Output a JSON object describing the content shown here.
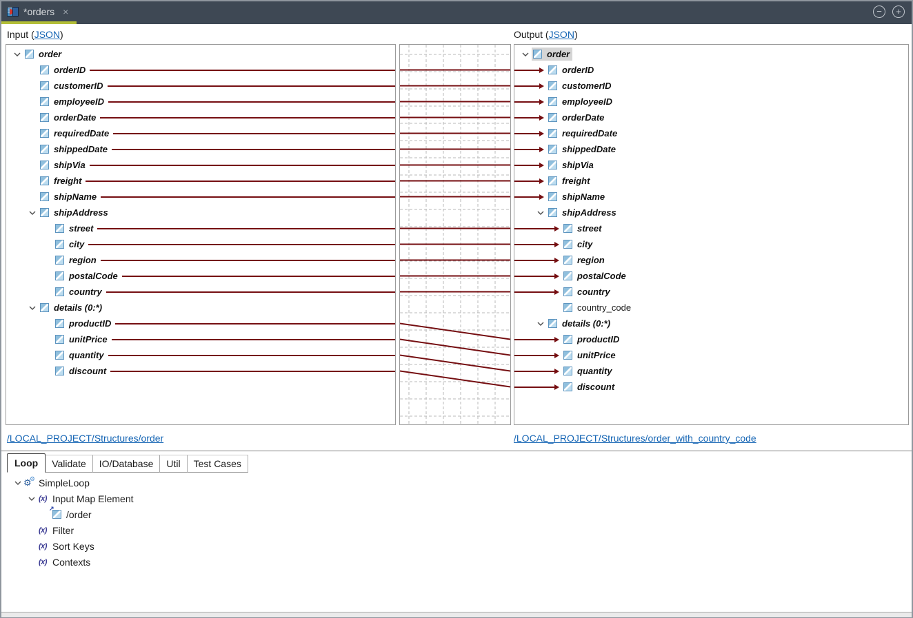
{
  "window": {
    "tab_title": "*orders",
    "tab_close": "×",
    "btn_minus": "−",
    "btn_plus": "+"
  },
  "input_panel": {
    "header_prefix": "Input (",
    "header_link": "JSON",
    "header_suffix": ")",
    "structure_link": "/LOCAL_PROJECT/Structures/order",
    "tree": [
      {
        "label": "order",
        "depth": 0,
        "children": true,
        "mapped": false
      },
      {
        "label": "orderID",
        "depth": 1,
        "mapped": true
      },
      {
        "label": "customerID",
        "depth": 1,
        "mapped": true
      },
      {
        "label": "employeeID",
        "depth": 1,
        "mapped": true
      },
      {
        "label": "orderDate",
        "depth": 1,
        "mapped": true
      },
      {
        "label": "requiredDate",
        "depth": 1,
        "mapped": true
      },
      {
        "label": "shippedDate",
        "depth": 1,
        "mapped": true
      },
      {
        "label": "shipVia",
        "depth": 1,
        "mapped": true
      },
      {
        "label": "freight",
        "depth": 1,
        "mapped": true
      },
      {
        "label": "shipName",
        "depth": 1,
        "mapped": true
      },
      {
        "label": "shipAddress",
        "depth": 1,
        "children": true,
        "mapped": false
      },
      {
        "label": "street",
        "depth": 2,
        "mapped": true
      },
      {
        "label": "city",
        "depth": 2,
        "mapped": true
      },
      {
        "label": "region",
        "depth": 2,
        "mapped": true
      },
      {
        "label": "postalCode",
        "depth": 2,
        "mapped": true
      },
      {
        "label": "country",
        "depth": 2,
        "mapped": true
      },
      {
        "label": "details (0:*)",
        "depth": 1,
        "children": true,
        "mapped": false
      },
      {
        "label": "productID",
        "depth": 2,
        "mapped": true
      },
      {
        "label": "unitPrice",
        "depth": 2,
        "mapped": true
      },
      {
        "label": "quantity",
        "depth": 2,
        "mapped": true
      },
      {
        "label": "discount",
        "depth": 2,
        "mapped": true
      }
    ]
  },
  "output_panel": {
    "header_prefix": "Output (",
    "header_link": "JSON",
    "header_suffix": ")",
    "structure_link": "/LOCAL_PROJECT/Structures/order_with_country_code",
    "tree": [
      {
        "label": "order",
        "depth": 0,
        "children": true,
        "mapped": false,
        "selected": true
      },
      {
        "label": "orderID",
        "depth": 1,
        "mapped": true
      },
      {
        "label": "customerID",
        "depth": 1,
        "mapped": true
      },
      {
        "label": "employeeID",
        "depth": 1,
        "mapped": true
      },
      {
        "label": "orderDate",
        "depth": 1,
        "mapped": true
      },
      {
        "label": "requiredDate",
        "depth": 1,
        "mapped": true
      },
      {
        "label": "shippedDate",
        "depth": 1,
        "mapped": true
      },
      {
        "label": "shipVia",
        "depth": 1,
        "mapped": true
      },
      {
        "label": "freight",
        "depth": 1,
        "mapped": true
      },
      {
        "label": "shipName",
        "depth": 1,
        "mapped": true
      },
      {
        "label": "shipAddress",
        "depth": 1,
        "children": true,
        "mapped": false
      },
      {
        "label": "street",
        "depth": 2,
        "mapped": true
      },
      {
        "label": "city",
        "depth": 2,
        "mapped": true
      },
      {
        "label": "region",
        "depth": 2,
        "mapped": true
      },
      {
        "label": "postalCode",
        "depth": 2,
        "mapped": true
      },
      {
        "label": "country",
        "depth": 2,
        "mapped": true
      },
      {
        "label": "country_code",
        "depth": 2,
        "mapped": false,
        "plain": true
      },
      {
        "label": "details (0:*)",
        "depth": 1,
        "children": true,
        "mapped": false
      },
      {
        "label": "productID",
        "depth": 2,
        "mapped": true
      },
      {
        "label": "unitPrice",
        "depth": 2,
        "mapped": true
      },
      {
        "label": "quantity",
        "depth": 2,
        "mapped": true
      },
      {
        "label": "discount",
        "depth": 2,
        "mapped": true
      }
    ]
  },
  "mappings": [
    {
      "from": "orderID",
      "to": "orderID"
    },
    {
      "from": "customerID",
      "to": "customerID"
    },
    {
      "from": "employeeID",
      "to": "employeeID"
    },
    {
      "from": "orderDate",
      "to": "orderDate"
    },
    {
      "from": "requiredDate",
      "to": "requiredDate"
    },
    {
      "from": "shippedDate",
      "to": "shippedDate"
    },
    {
      "from": "shipVia",
      "to": "shipVia"
    },
    {
      "from": "freight",
      "to": "freight"
    },
    {
      "from": "shipName",
      "to": "shipName"
    },
    {
      "from": "street",
      "to": "street"
    },
    {
      "from": "city",
      "to": "city"
    },
    {
      "from": "region",
      "to": "region"
    },
    {
      "from": "postalCode",
      "to": "postalCode"
    },
    {
      "from": "country",
      "to": "country"
    },
    {
      "from": "productID",
      "to": "productID"
    },
    {
      "from": "unitPrice",
      "to": "unitPrice"
    },
    {
      "from": "quantity",
      "to": "quantity"
    },
    {
      "from": "discount",
      "to": "discount"
    }
  ],
  "bottom_panel": {
    "tabs": [
      {
        "label": "Loop",
        "active": true
      },
      {
        "label": "Validate"
      },
      {
        "label": "IO/Database"
      },
      {
        "label": "Util"
      },
      {
        "label": "Test Cases"
      }
    ],
    "tree": [
      {
        "label": "SimpleLoop",
        "icon": "gears",
        "depth": 0,
        "children": true
      },
      {
        "label": "Input Map Element",
        "icon": "fx",
        "depth": 1,
        "children": true
      },
      {
        "label": "/order",
        "icon": "element-ref",
        "depth": 2
      },
      {
        "label": "Filter",
        "icon": "fx",
        "depth": 1
      },
      {
        "label": "Sort Keys",
        "icon": "fx",
        "depth": 1
      },
      {
        "label": "Contexts",
        "icon": "fx",
        "depth": 1
      }
    ]
  },
  "icons": {
    "fx_glyph": "(x)",
    "gear_glyph": "⚙",
    "ref_arrow_glyph": "↗"
  },
  "colors": {
    "mapping_line": "#750E11",
    "tab_accent": "#B3BF37",
    "link": "#1565B4",
    "selection": "#D5D5D5"
  }
}
